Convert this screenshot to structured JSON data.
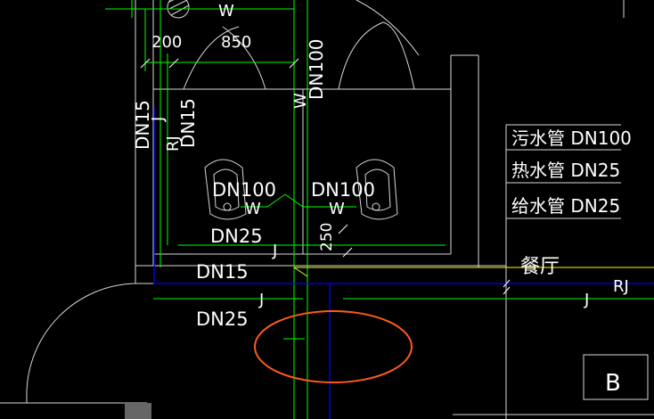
{
  "labels": {
    "d850": "850",
    "d200": "200",
    "dn100_riser": "DN100",
    "w_riser": "W",
    "dn15_left": "DN15",
    "j_left": "J",
    "rj_left": "RJ",
    "dn15_left2": "DN15",
    "dn100_a": "DN100",
    "w_a": "W",
    "dn100_b": "DN100",
    "w_b": "W",
    "dn25_mid": "DN25",
    "j_mid": "J",
    "d250": "250",
    "dn15_bottom": "DN15",
    "j_bottom": "J",
    "dn25_bottom": "DN25",
    "j_right": "J",
    "rj_right": "RJ",
    "dining_room": "餐厅",
    "b_marker": "B",
    "w_top": "W"
  },
  "legend": {
    "rows": [
      {
        "text": "污水管 DN100"
      },
      {
        "text": "热水管 DN25"
      },
      {
        "text": "给水管 DN25"
      }
    ]
  },
  "colors": {
    "background": "#000000",
    "wall": "#d8d8d8",
    "green_pipe": "#00ff00",
    "blue_pipe": "#0000ff",
    "yellow_pipe": "#ffff00",
    "highlight_ellipse": "#ff5a1e",
    "text": "#ffffff"
  }
}
